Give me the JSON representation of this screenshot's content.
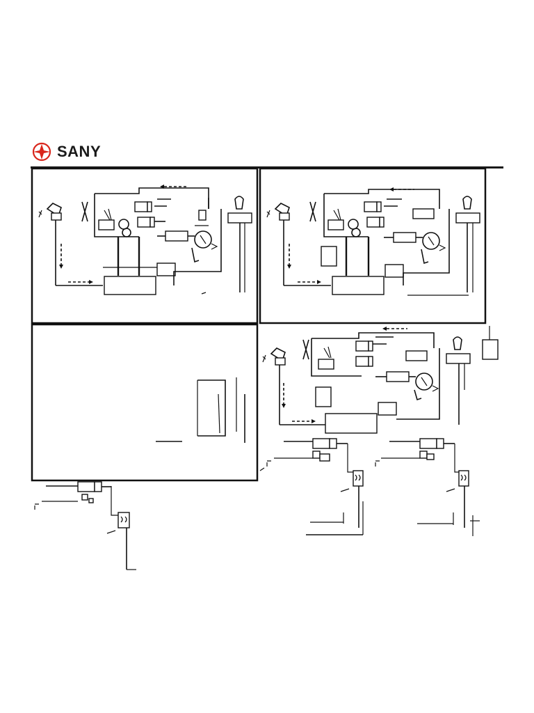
{
  "brand": {
    "name": "SANY",
    "color": "#d9261c"
  },
  "panels": [
    {
      "label": "panel-top-left"
    },
    {
      "label": "panel-top-right"
    },
    {
      "label": "panel-bottom-left"
    },
    {
      "label": "panel-bottom-right"
    }
  ]
}
